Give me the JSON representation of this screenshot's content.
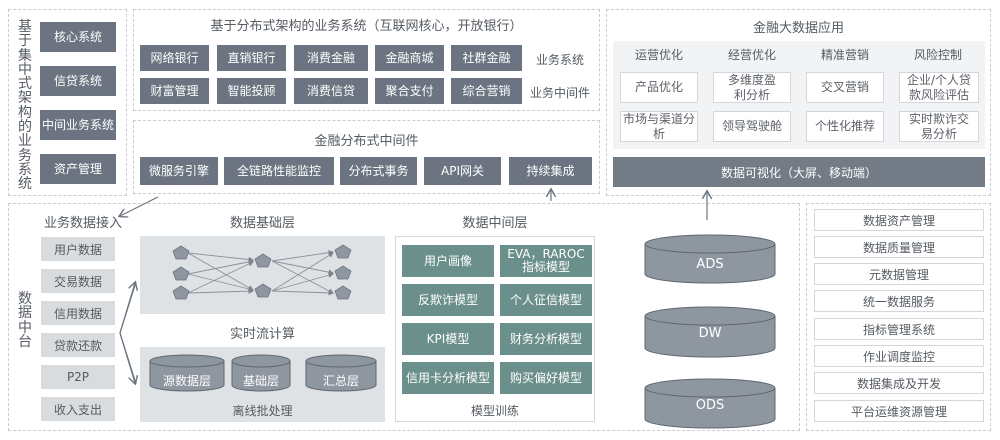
{
  "centralized": {
    "vertical_title": "基于集中式架构的业务系统",
    "items": [
      "核心系统",
      "信贷系统",
      "中间业务系统",
      "资产管理"
    ]
  },
  "distributed": {
    "title": "基于分布式架构的业务系统（互联网核心，开放银行）",
    "row1": [
      "网络银行",
      "直销银行",
      "消费金融",
      "金融商城",
      "社群金融"
    ],
    "row1_label": "业务系统",
    "row2": [
      "财富管理",
      "智能投顾",
      "消费信贷",
      "聚合支付",
      "综合营销"
    ],
    "row2_label": "业务中间件"
  },
  "middleware": {
    "title": "金融分布式中间件",
    "items": [
      "微服务引擎",
      "全链路性能监控",
      "分布式事务",
      "API网关",
      "持续集成"
    ]
  },
  "bigdata": {
    "title": "金融大数据应用",
    "columns": [
      {
        "head": "运营优化",
        "items": [
          "产品优化",
          "市场与渠道分析"
        ]
      },
      {
        "head": "经营优化",
        "items": [
          "多维度盈利分析",
          "领导驾驶舱"
        ]
      },
      {
        "head": "精准营销",
        "items": [
          "交叉营销",
          "个性化推荐"
        ]
      },
      {
        "head": "风险控制",
        "items": [
          "企业/个人贷款风险评估",
          "实时欺诈交易分析"
        ]
      }
    ],
    "visual": "数据可视化（大屏、移动端）"
  },
  "platform": {
    "vertical_title": "数据中台",
    "access_title": "业务数据接入",
    "access_items": [
      "用户数据",
      "交易数据",
      "信用数据",
      "贷款还款",
      "P2P",
      "收入支出"
    ],
    "base_title": "数据基础层",
    "stream_title": "实时流计算",
    "batch_items": [
      "源数据层",
      "基础层",
      "汇总层"
    ],
    "batch_title": "离线批处理",
    "middle_title": "数据中间层",
    "models": [
      "用户画像",
      "EVA，RAROC指标模型",
      "反欺诈模型",
      "个人征信模型",
      "KPI模型",
      "财务分析模型",
      "信用卡分析模型",
      "购买偏好模型"
    ],
    "model_training": "模型训练",
    "dbs": [
      "ADS",
      "DW",
      "ODS"
    ]
  },
  "management": {
    "items": [
      "数据资产管理",
      "数据质量管理",
      "元数据管理",
      "统一数据服务",
      "指标管理系统",
      "作业调度监控",
      "数据集成及开发",
      "平台运维资源管理"
    ]
  },
  "colors": {
    "dark": "#6b7480",
    "green": "#6b8f8a",
    "panel": "#f2f3f5"
  }
}
